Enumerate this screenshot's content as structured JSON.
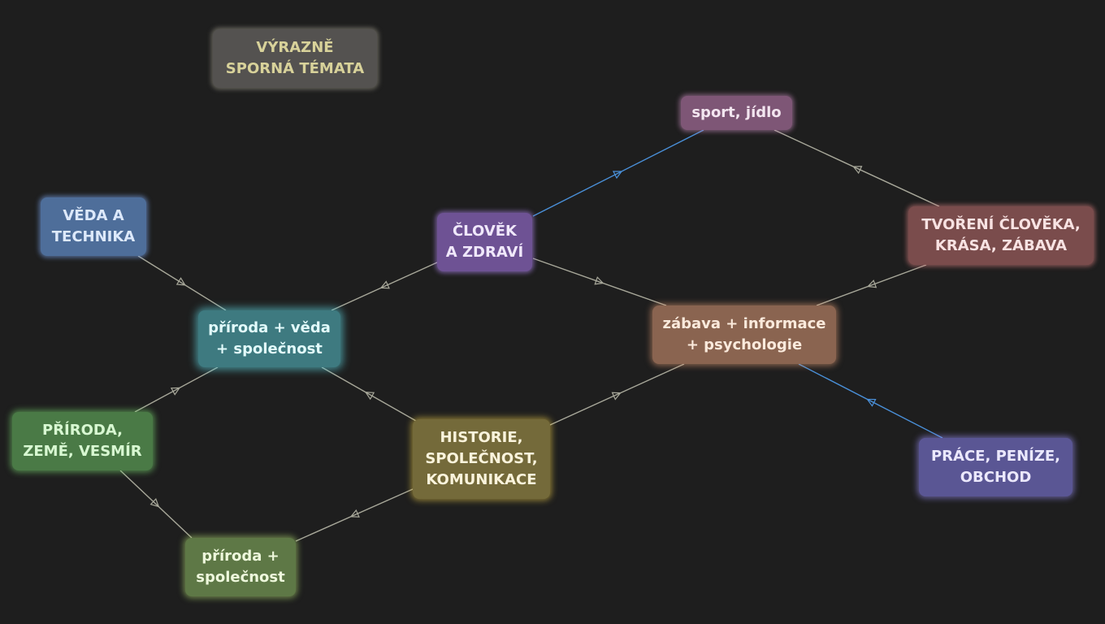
{
  "nodes": {
    "sporna": "VÝRAZNĚ\nSPORNÁ TÉMATA",
    "sport": "sport, jídlo",
    "veda": "VĚDA A\nTECHNIKA",
    "clovek": "ČLOVĚK\nA ZDRAVÍ",
    "tvoreni": "TVOŘENÍ ČLOVĚKA,\nKRÁSA, ZÁBAVA",
    "prirodaveda": "příroda + věda\n+ společnost",
    "zabava": "zábava + informace\n+ psychologie",
    "priroda": "PŘÍRODA,\nZEMĚ, VESMÍR",
    "historie": "HISTORIE,\nSPOLEČNOST,\nKOMUNIKACE",
    "prace": "PRÁCE, PENÍZE,\nOBCHOD",
    "prirodaspol": "příroda +\nspolečnost"
  },
  "edges": [
    {
      "from": "clovek",
      "to": "sport",
      "color": "#4a90d9"
    },
    {
      "from": "tvoreni",
      "to": "sport",
      "color": "#a8a89a"
    },
    {
      "from": "veda",
      "to": "prirodaveda",
      "color": "#a8a89a"
    },
    {
      "from": "clovek",
      "to": "prirodaveda",
      "color": "#a8a89a"
    },
    {
      "from": "clovek",
      "to": "zabava",
      "color": "#a8a89a"
    },
    {
      "from": "tvoreni",
      "to": "zabava",
      "color": "#a8a89a"
    },
    {
      "from": "priroda",
      "to": "prirodaveda",
      "color": "#a8a89a"
    },
    {
      "from": "historie",
      "to": "prirodaveda",
      "color": "#a8a89a"
    },
    {
      "from": "historie",
      "to": "zabava",
      "color": "#a8a89a"
    },
    {
      "from": "prace",
      "to": "zabava",
      "color": "#4a90d9"
    },
    {
      "from": "priroda",
      "to": "prirodaspol",
      "color": "#a8a89a"
    },
    {
      "from": "historie",
      "to": "prirodaspol",
      "color": "#a8a89a"
    }
  ]
}
